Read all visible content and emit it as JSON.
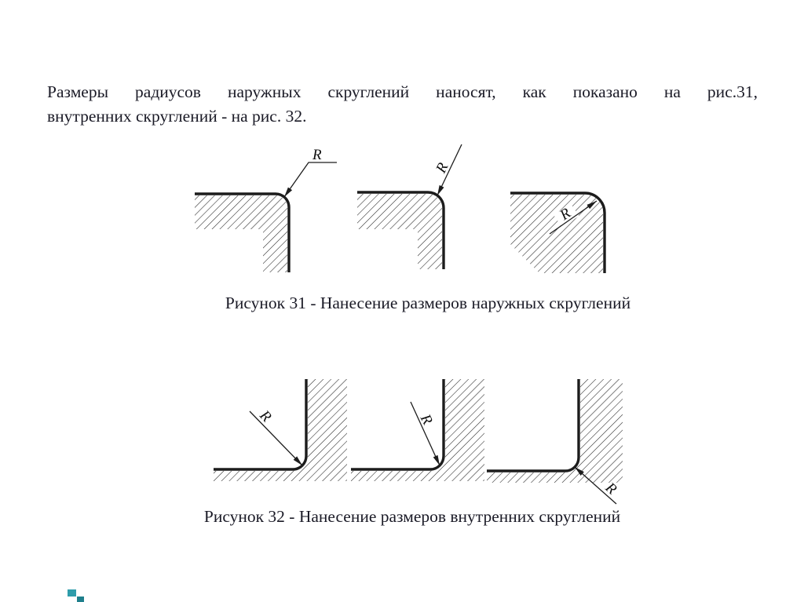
{
  "slide": {
    "paragraph_lines": [
      "Размеры радиусов наружных скруглений наносят, как показано на рис.31,",
      "внутренних скруглений - на рис. 32."
    ],
    "figure31": {
      "caption": "Рисунок 31 - Нанесение размеров наружных скруглений",
      "radius_label": "R"
    },
    "figure32": {
      "caption": "Рисунок 32 - Нанесение размеров внутренних скруглений",
      "radius_label": "R"
    },
    "colors": {
      "ink": "#1a1a26",
      "drawing_stroke": "#1c1c1c",
      "accent_teal": "#2f9dab",
      "accent_teal_dark": "#1f7f8c"
    }
  }
}
